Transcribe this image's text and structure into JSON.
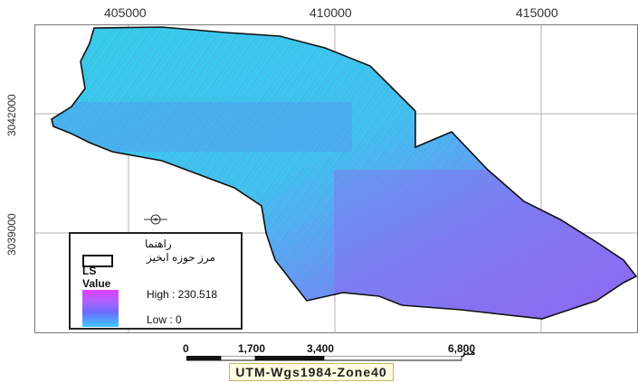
{
  "axes": {
    "x_labels": [
      "405000",
      "410000",
      "415000"
    ],
    "y_labels": [
      "3042000",
      "3039000"
    ]
  },
  "legend": {
    "title": "راهنما",
    "boundary_label": "مرز حوزه ابخیز",
    "layer_name": "LS",
    "field_label": "Value",
    "high_label": "High : 230.518",
    "low_label": "Low : 0"
  },
  "scalebar": {
    "ticks": [
      "0",
      "1,700",
      "3,400",
      "6,800"
    ],
    "unit": "متر"
  },
  "projection": "UTM-Wgs1984-Zone40",
  "colors": {
    "low": "#40c8ff",
    "high": "#e040ff",
    "basin_base": "#33d0e8",
    "basin_south": "#8a6cf0"
  }
}
